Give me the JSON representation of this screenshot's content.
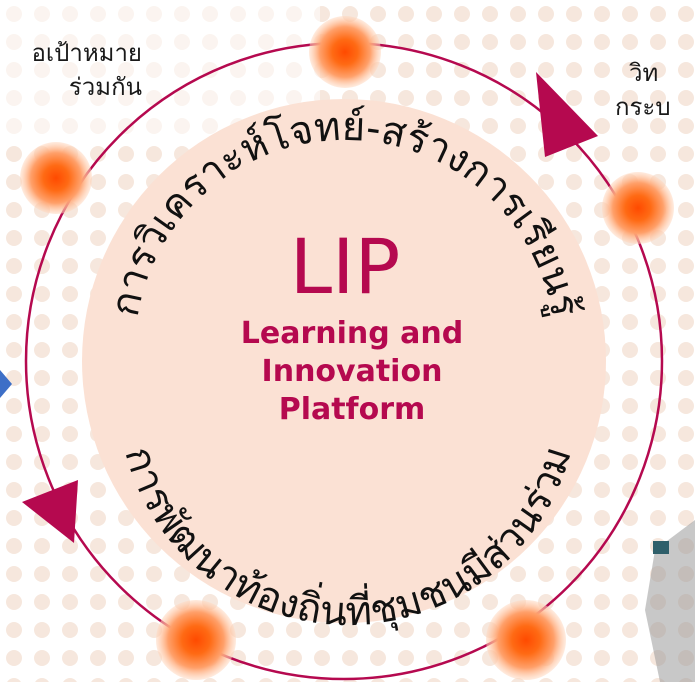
{
  "center": {
    "title": "LIP",
    "subtitle_lines": [
      "Learning and",
      "Innovation",
      "Platform"
    ]
  },
  "ring_text": {
    "top": "การวิเคราะห์โจทย์-สร้างการเรียนรู้",
    "bottom": "การพัฒนาท้องถิ่นที่ชุมชนมีส่วนร่วม"
  },
  "side_labels": {
    "top_left": [
      "อเป้าหมาย",
      "ร่วมกัน"
    ],
    "top_right": [
      "วิท",
      "กระบ"
    ]
  },
  "colors": {
    "ring": "#b5094f",
    "title": "#b5094f",
    "center_fill": "#fbe1d4",
    "dot_pattern": "#f6e7dd",
    "node_core": "#ff5a0a",
    "node_glow": "#ffb27a"
  }
}
